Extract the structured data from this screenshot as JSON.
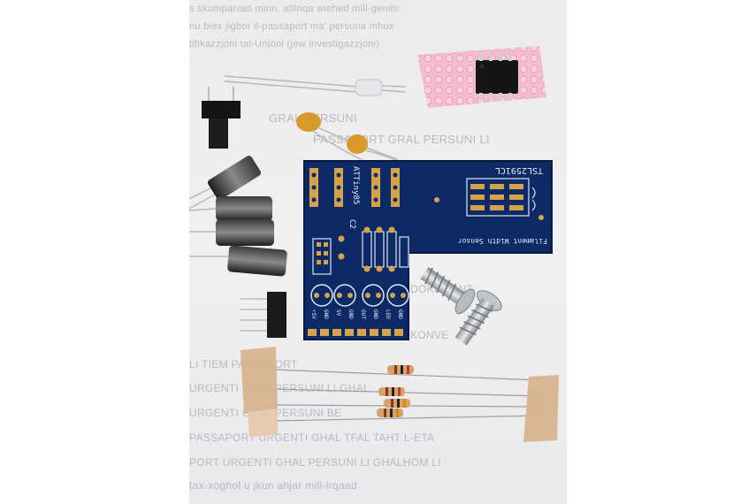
{
  "background_text": [
    "s skumpaniati minn, aflinqa wiehed mill-genitu",
    "nu biex jiġbor il-passaport ma' persuna mhux",
    "tifikazzjoni tal-Unjoni (jew investigazzjoni)",
    "GRAL PERSUNI",
    "PASSAPORT GRAL PERSUNI LI",
    "DOKUMENT",
    "KONVE",
    "LI TIEM PASSAPORT",
    "URGENTI GHAL PERSUNI LI GHAL",
    "URGENTI GHAL PERSUNI BE",
    "PASSAPORT URGENTI GHAL TFAL TAHT L-ETA",
    "PORT URGENTI GHAL PERSUNI LI GHALHOM LI",
    "tax-xoghol u jkun ahjar mill-irqaad"
  ],
  "pcb": {
    "main_label": "ATTiny85",
    "cap_label": "C2",
    "sensor_label": "TSL2591CL",
    "title": "Filament Width Sensor",
    "pins": [
      "+5V",
      "GND",
      "5V",
      "GND",
      "OUT",
      "GND",
      "LED",
      "GND"
    ]
  },
  "chip": {
    "marking": ""
  },
  "colors": {
    "pcb": "#0d2a66",
    "pad": "#d4a34a",
    "bubble_wrap": "#f4b9cc",
    "capacitor": "#d99a2b",
    "tape": "#d8b48f"
  }
}
